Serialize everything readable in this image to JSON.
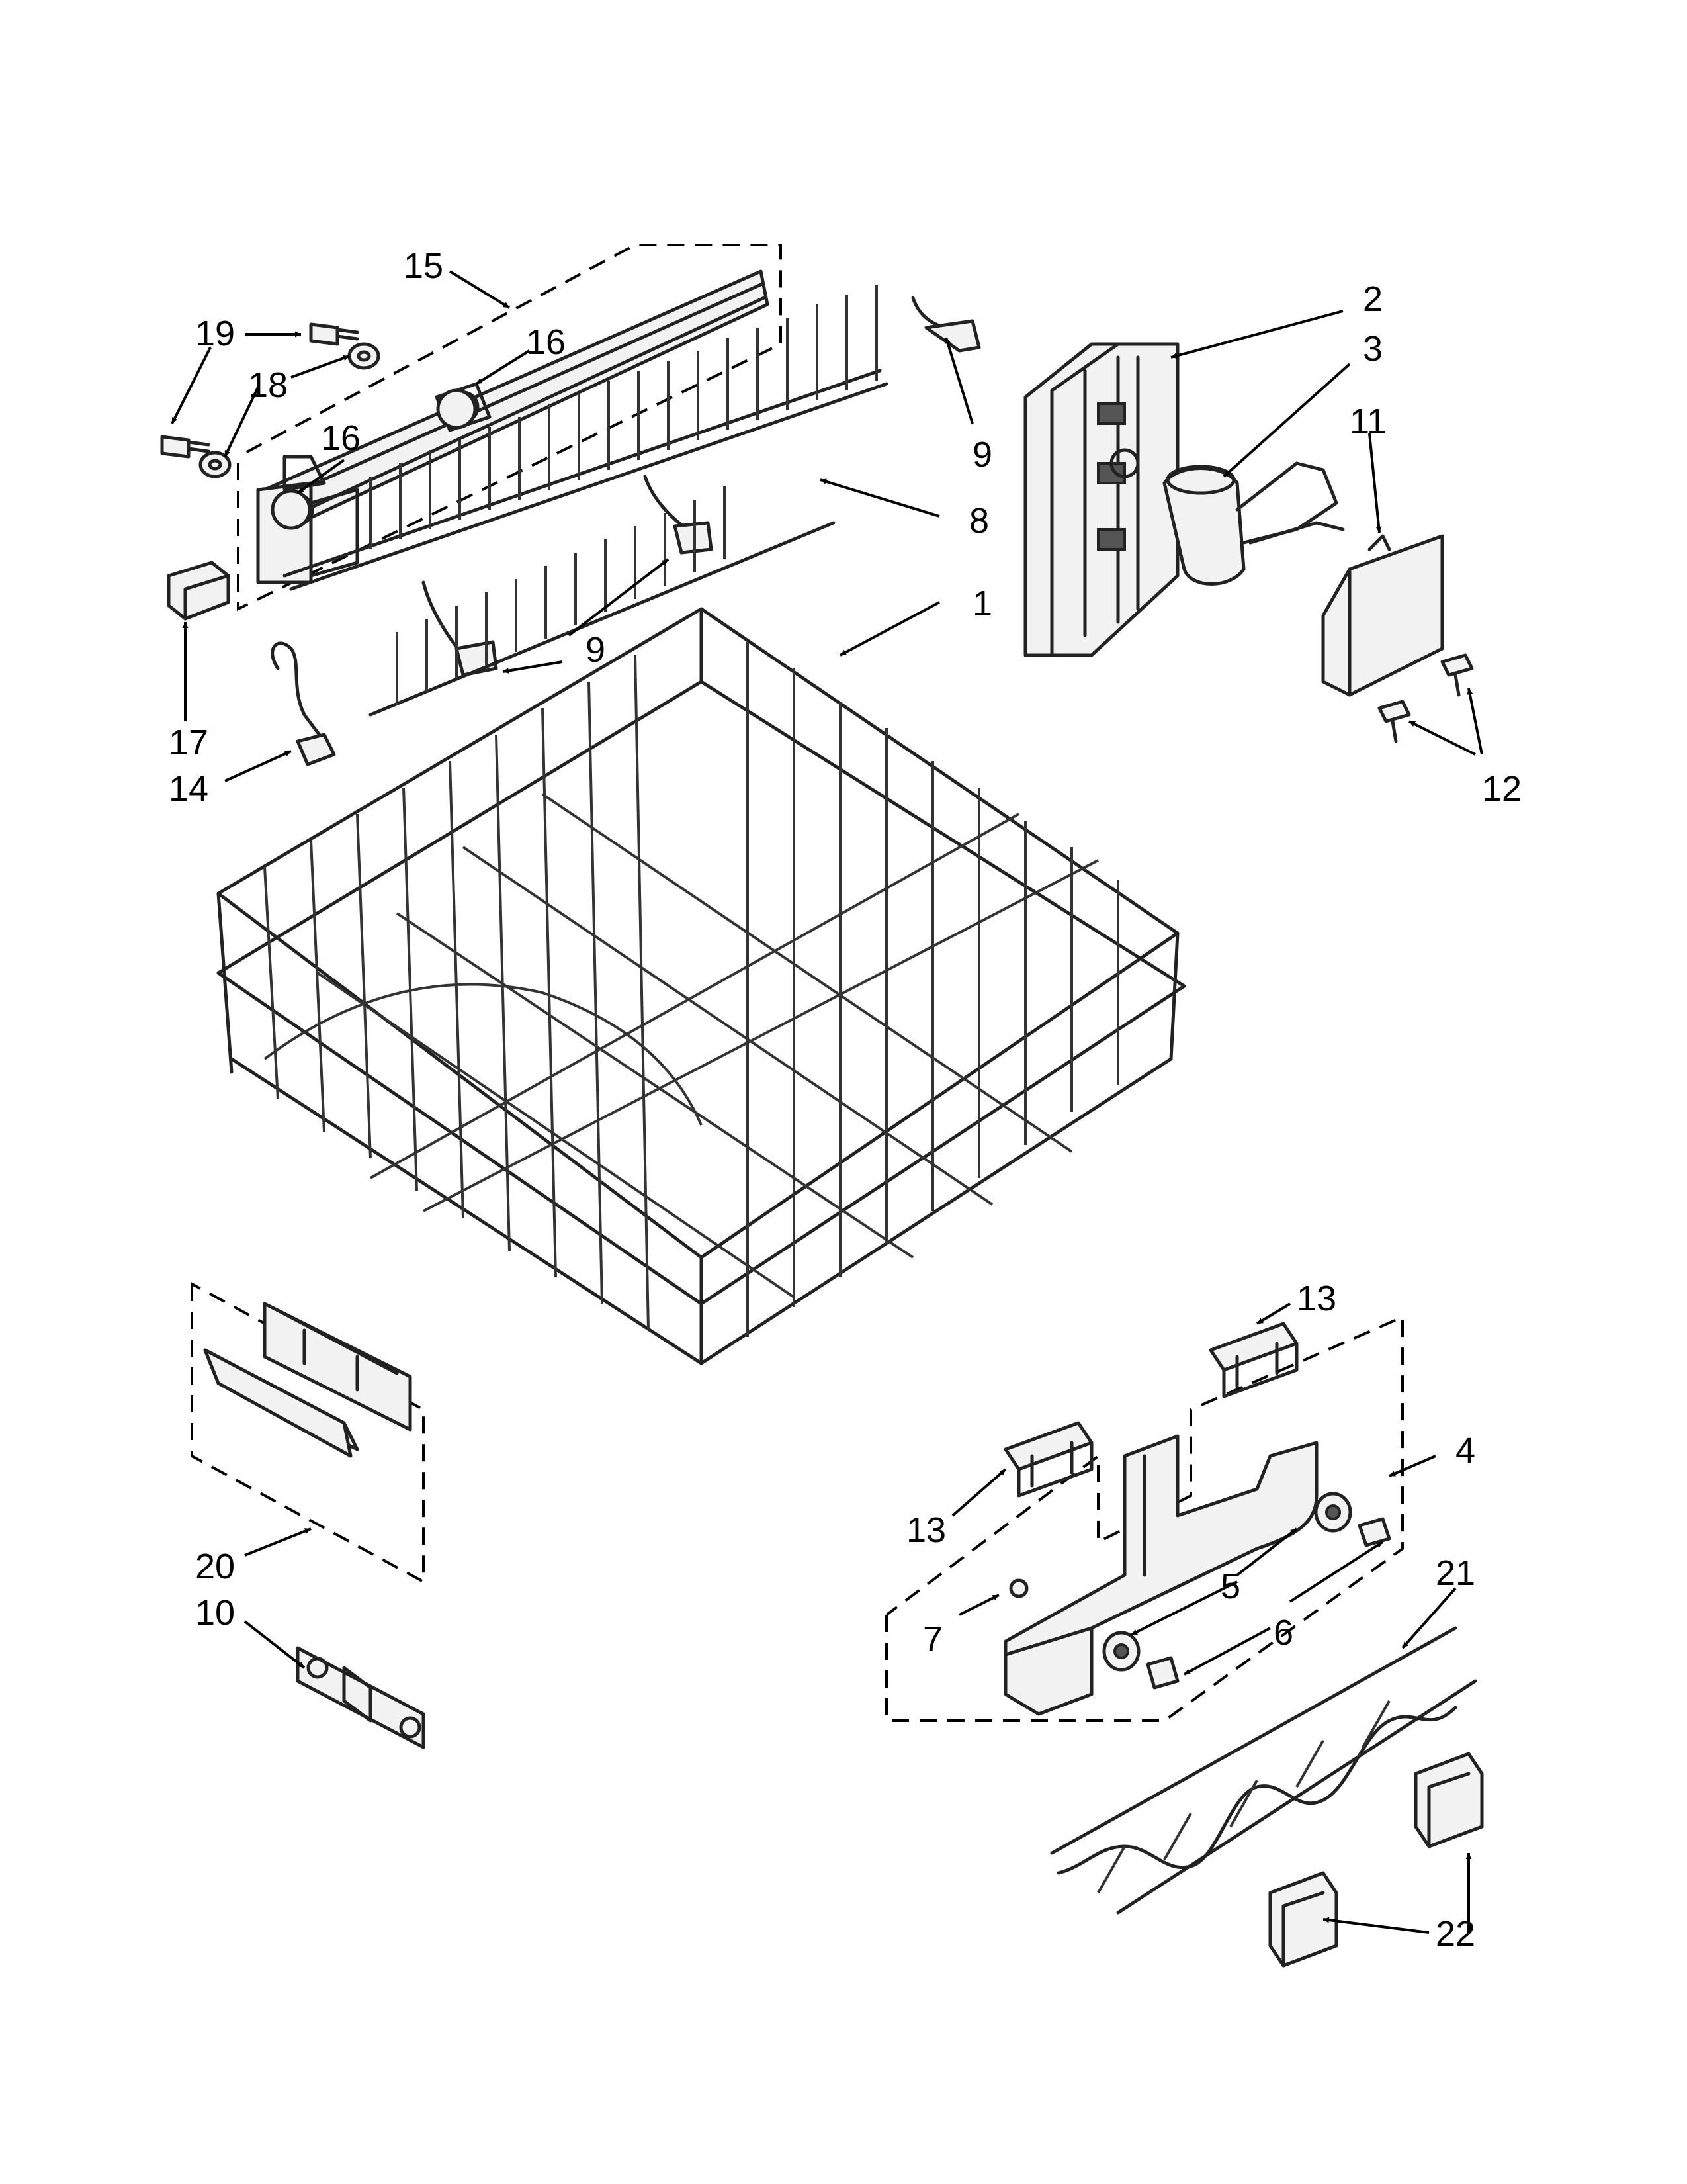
{
  "labels": {
    "l1": "1",
    "l2": "2",
    "l3": "3",
    "l4": "4",
    "l5": "5",
    "l6": "6",
    "l7": "7",
    "l8": "8",
    "l9a": "9",
    "l9b": "9",
    "l10": "10",
    "l11": "11",
    "l12": "12",
    "l13a": "13",
    "l13b": "13",
    "l14": "14",
    "l15": "15",
    "l16a": "16",
    "l16b": "16",
    "l17": "17",
    "l18": "18",
    "l19": "19",
    "l20": "20",
    "l21": "21",
    "l22": "22"
  }
}
